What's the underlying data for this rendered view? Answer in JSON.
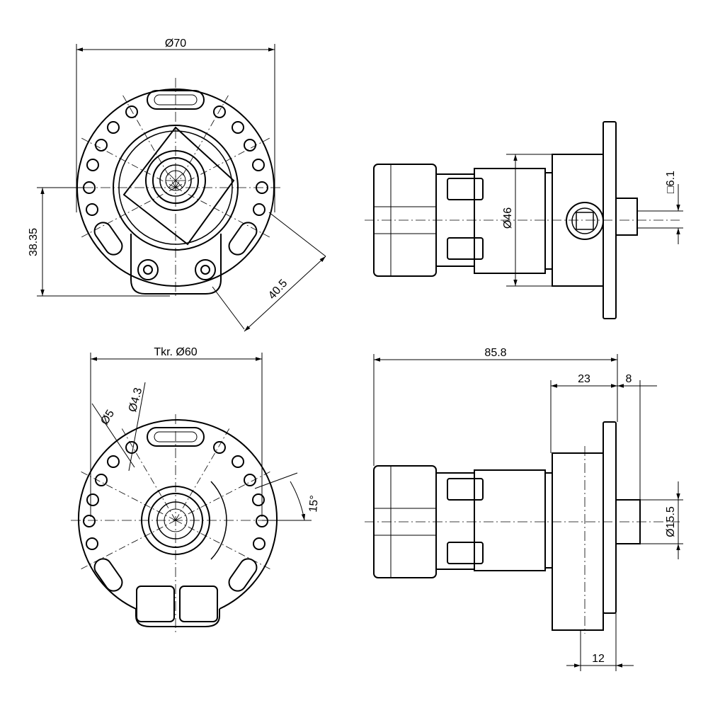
{
  "dimensions": {
    "top_diameter": "Ø70",
    "top_height": "38.35",
    "top_diag": "40.5",
    "side_diameter": "Ø46",
    "square_key": "□6.1",
    "pitch_circle": "Tkr. Ø60",
    "hole_a": "Ø5",
    "hole_b": "Ø4.3",
    "angle": "15°",
    "overall_length": "85.8",
    "length_23": "23",
    "length_8": "8",
    "shaft_diameter": "Ø15.5",
    "length_12": "12"
  },
  "colors": {
    "line": "#000000",
    "background": "#ffffff"
  }
}
